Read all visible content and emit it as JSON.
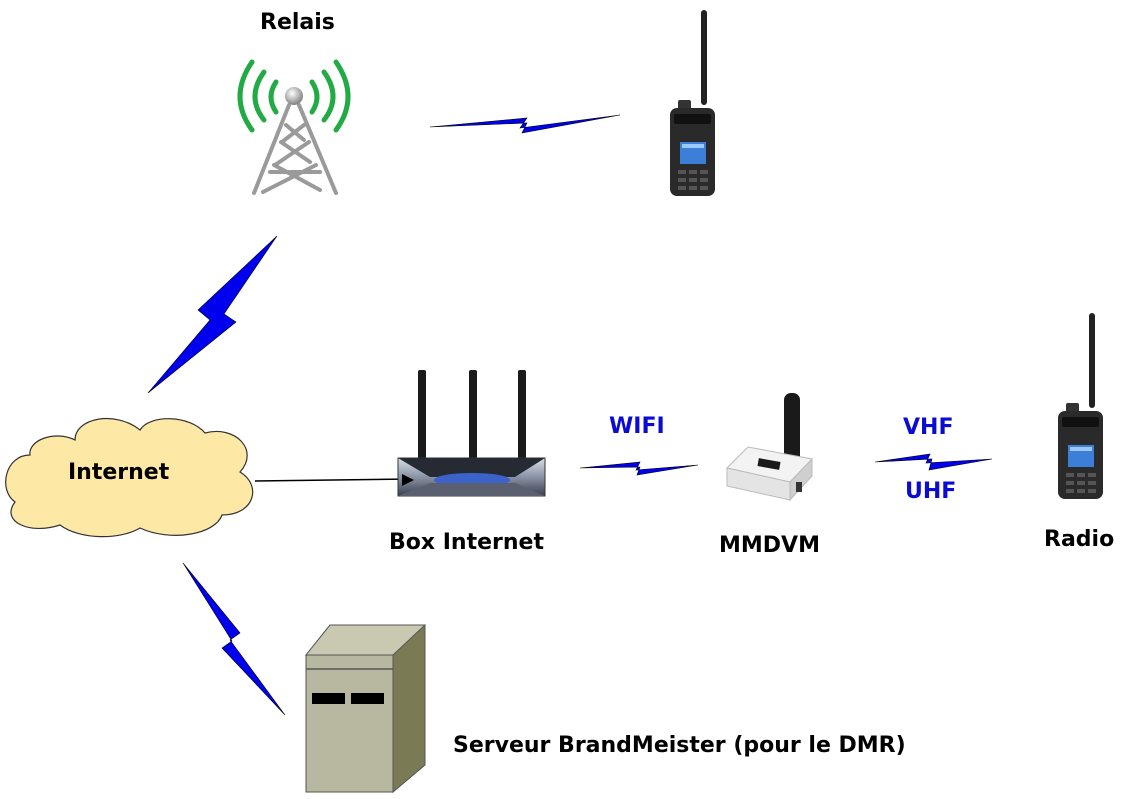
{
  "nodes": {
    "relais": {
      "label": "Relais",
      "icon": "radio-tower-icon"
    },
    "internet": {
      "label": "Internet",
      "icon": "cloud-icon"
    },
    "box": {
      "label": "Box Internet",
      "icon": "router-icon"
    },
    "mmdvm": {
      "label": "MMDVM",
      "icon": "hotspot-icon"
    },
    "radio": {
      "label": "Radio",
      "icon": "handheld-radio-icon"
    },
    "handheld_top": {
      "icon": "handheld-radio-icon"
    },
    "server": {
      "label": "Serveur BrandMeister (pour le DMR)",
      "icon": "server-icon"
    }
  },
  "links": {
    "wifi": "WIFI",
    "vhf": "VHF",
    "uhf": "UHF"
  },
  "colors": {
    "lightning": "#0000ee",
    "link_label": "#0b0bd6",
    "cloud_fill": "#fde8a6",
    "tower_waves": "#22aa44",
    "server_front": "#b8b8a0",
    "server_side": "#7a7a55"
  }
}
